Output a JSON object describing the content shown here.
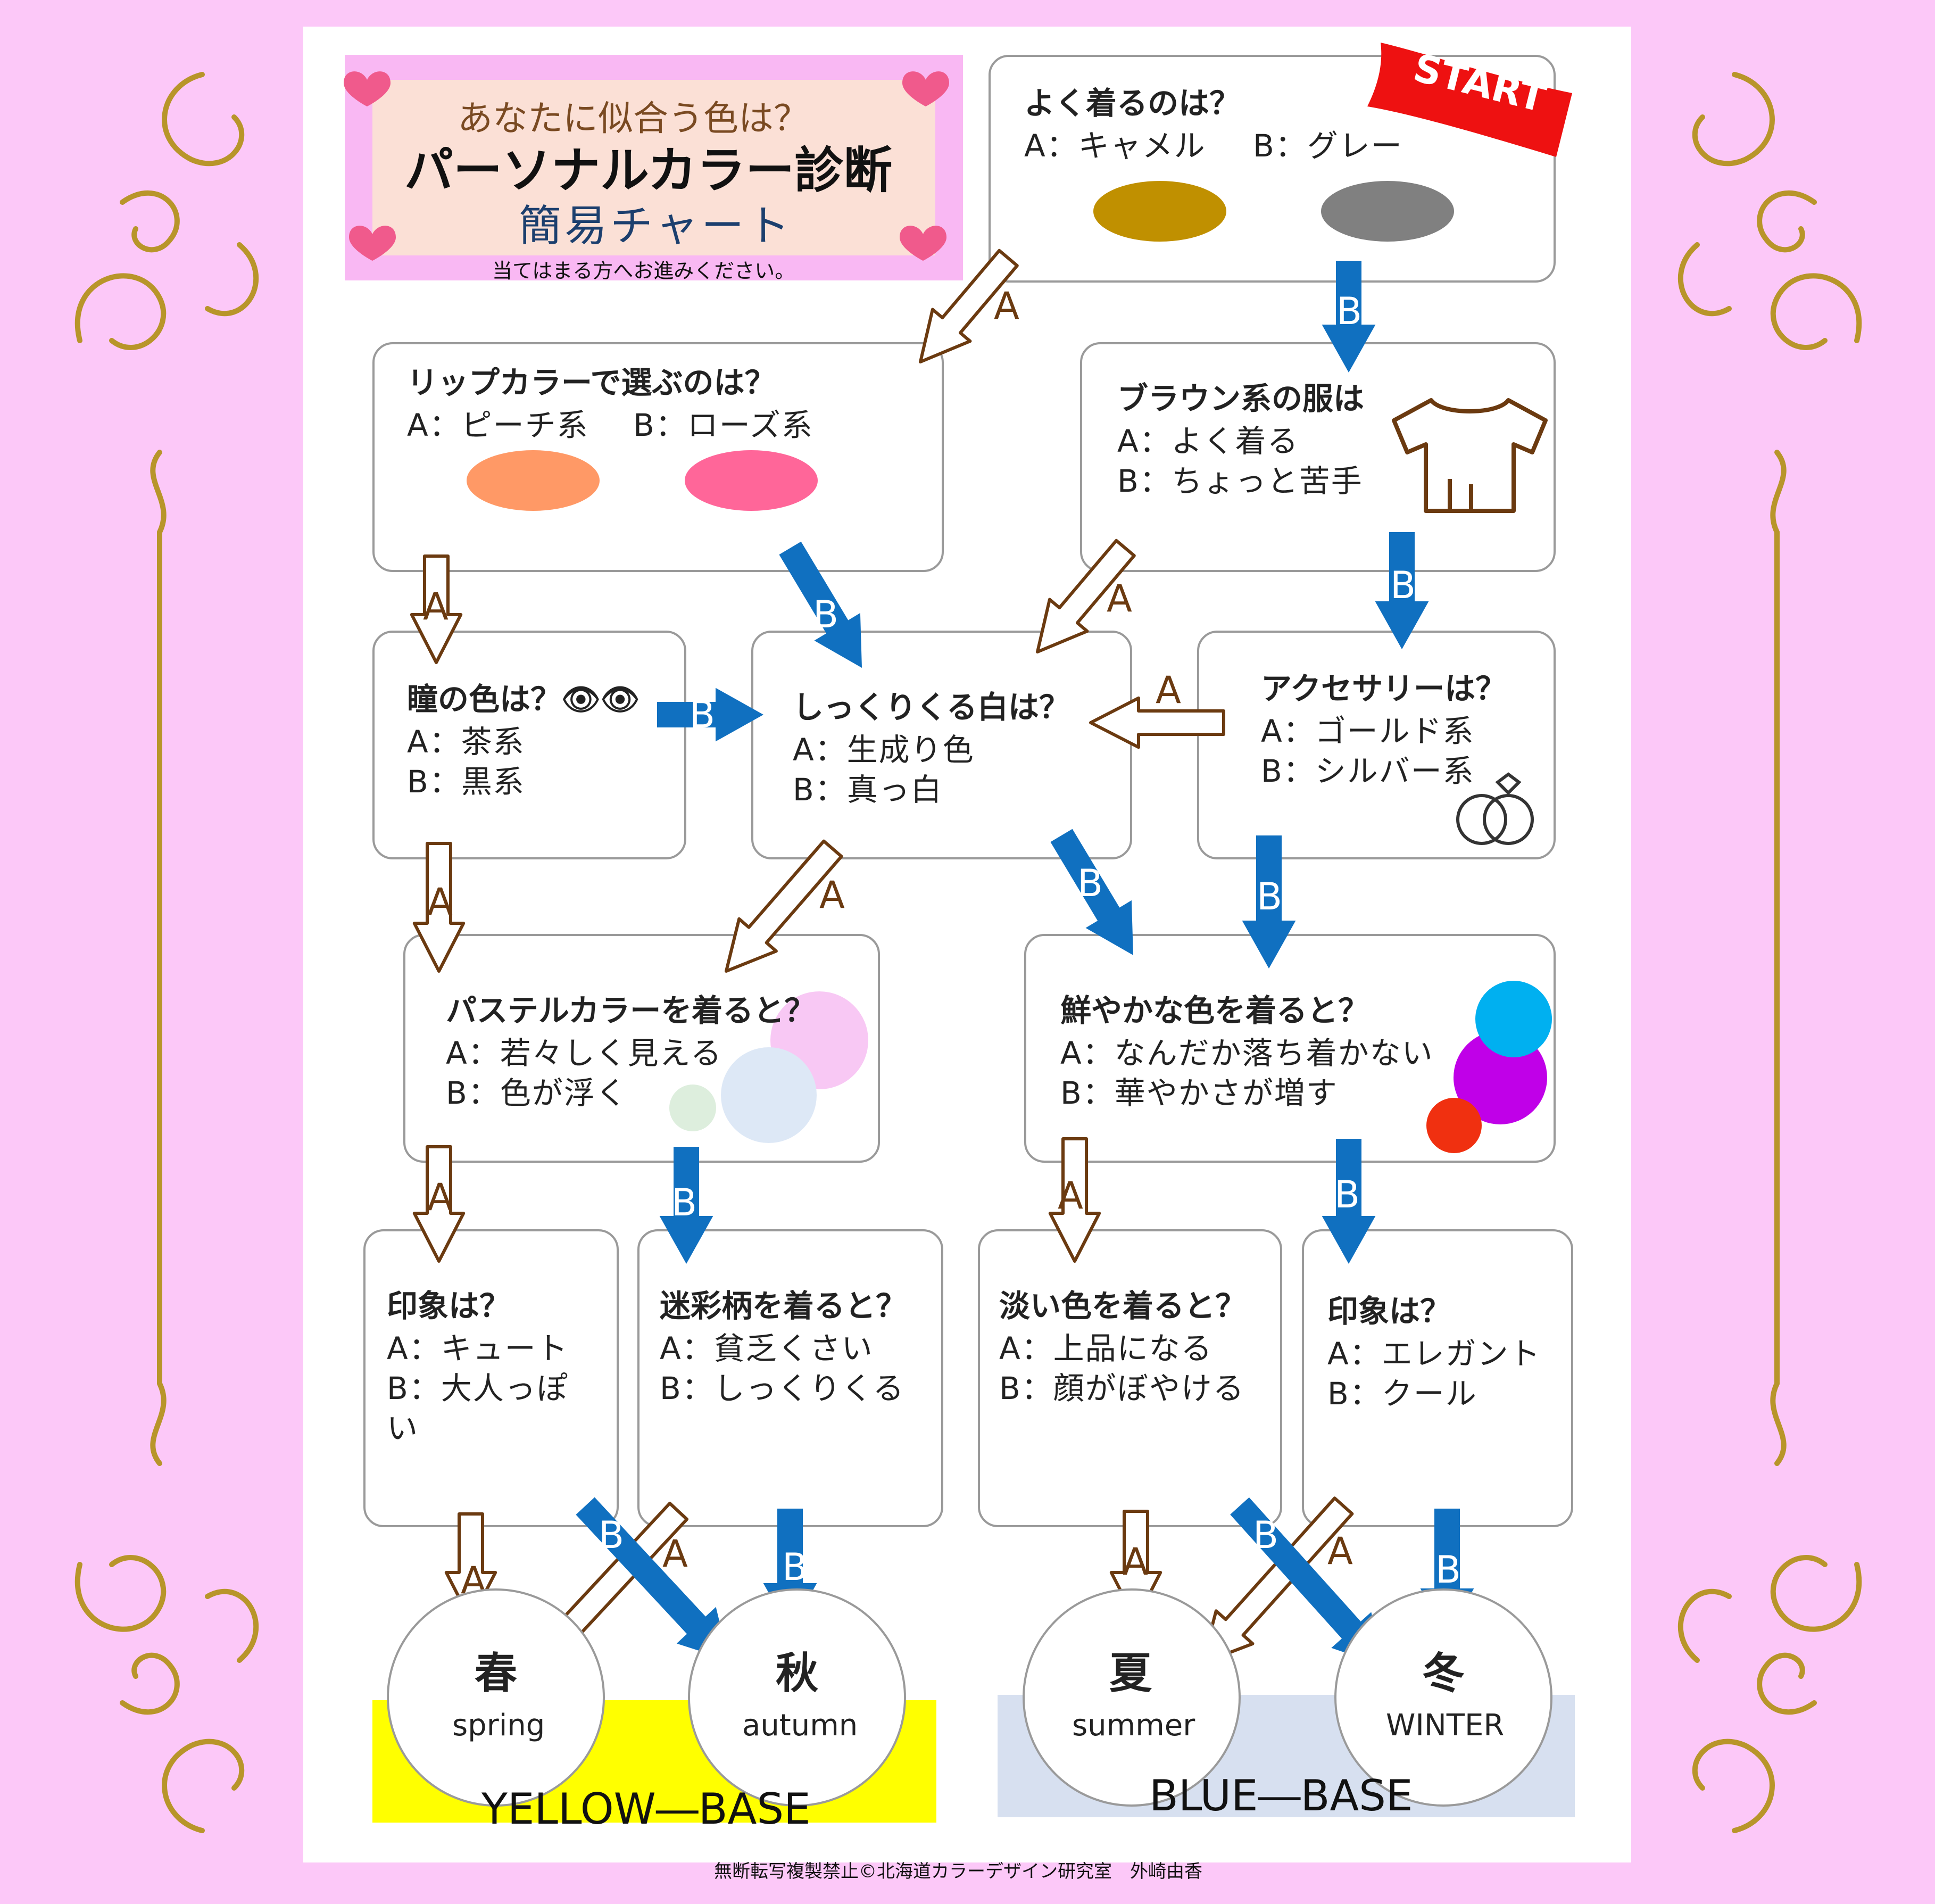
{
  "colors": {
    "background": "#fcc8f8",
    "sheet": "#ffffff",
    "arrow_a_outline": "#6b3a10",
    "arrow_b_fill": "#1070c0",
    "yellow_base": "#ffff00",
    "blue_base": "#d7e0f0",
    "ornament": "#b8952a",
    "start_flag": "#ee1111"
  },
  "title": {
    "line1": "あなたに似合う色は？",
    "line2": "パーソナルカラー診断",
    "line3": "簡易チャート",
    "instruction": "当てはまる方へお進みください。"
  },
  "start": {
    "label": "START"
  },
  "questions": {
    "q1": {
      "question": "よく着るのは？",
      "a": "A：キャメル",
      "b": "B：グレー"
    },
    "q2": {
      "question": "リップカラーで選ぶのは？",
      "a": "A：ピーチ系",
      "b": "B：ローズ系"
    },
    "q3": {
      "question": "ブラウン系の服は",
      "a": "A：よく着る",
      "b": "B：ちょっと苦手"
    },
    "q4": {
      "question": "瞳の色は？👁👁",
      "a": "A：茶系",
      "b": "B：黒系"
    },
    "q5": {
      "question": "しっくりくる白は？",
      "a": "A：生成り色",
      "b": "B：真っ白"
    },
    "q6": {
      "question": "アクセサリーは？",
      "a": "A：ゴールド系",
      "b": "B：シルバー系"
    },
    "q7": {
      "question": "パステルカラーを着ると？",
      "a": "A：若々しく見える",
      "b": "B：色が浮く"
    },
    "q8": {
      "question": "鮮やかな色を着ると？",
      "a": "A：なんだか落ち着かない",
      "b": "B：華やかさが増す"
    },
    "q9": {
      "question": "印象は？",
      "a": "A：キュート",
      "b1": "B：大人っぽ",
      "b2": "い"
    },
    "q10": {
      "question": "迷彩柄を着ると？",
      "a": "A：貧乏くさい",
      "b": "B：しっくりくる"
    },
    "q11": {
      "question": "淡い色を着ると？",
      "a": "A：上品になる",
      "b": "B：顔がぼやける"
    },
    "q12": {
      "question": "印象は？",
      "a": "A：エレガント",
      "b": "B：クール"
    }
  },
  "arrow_labels": {
    "a": "A",
    "b": "B"
  },
  "results": {
    "spring": {
      "kanji": "春",
      "name": "spring"
    },
    "autumn": {
      "kanji": "秋",
      "name": "autumn"
    },
    "summer": {
      "kanji": "夏",
      "name": "summer"
    },
    "winter": {
      "kanji": "冬",
      "name": "WINTER"
    }
  },
  "bases": {
    "yellow": "YELLOW―BASE",
    "blue": "BLUE―BASE"
  },
  "swatches": {
    "camel": "#c09000",
    "grey": "#808080",
    "peach": "#ff9966",
    "rose": "#ff6699",
    "pastel_pink": "#f8c8f4",
    "pastel_blue": "#dde8f6",
    "pastel_green": "#ddeedd",
    "vivid_cyan": "#00b0f0",
    "vivid_purple": "#c000e8",
    "vivid_red": "#f03010"
  },
  "icons": {
    "q3": "tshirt-icon",
    "q6": "rings-icon",
    "q4": "eyes-icon"
  },
  "footer": "無断転写複製禁止©北海道カラーデザイン研究室　外崎由香"
}
